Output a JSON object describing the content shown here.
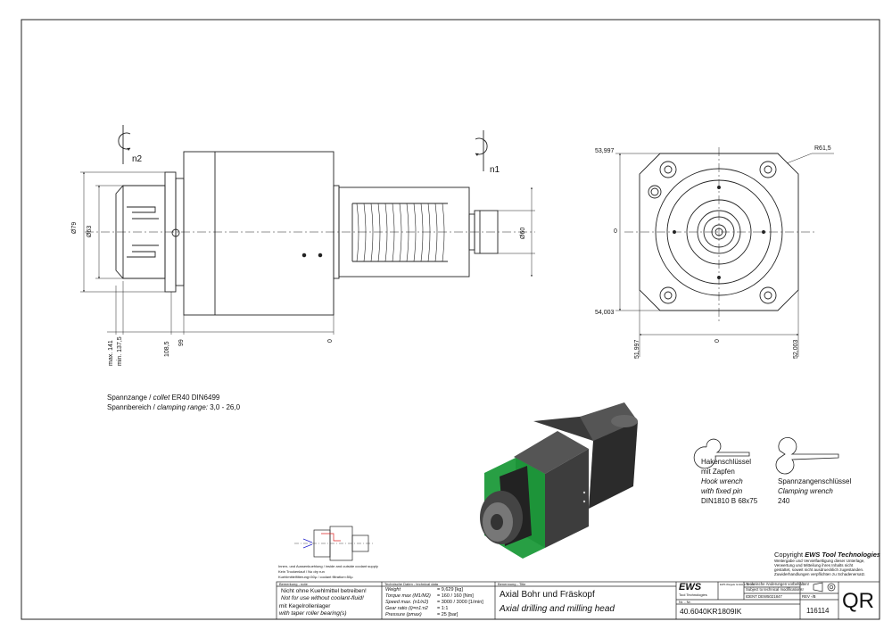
{
  "drawing": {
    "rotation_labels": {
      "left": "n2",
      "right": "n1"
    },
    "dims_side": {
      "dia79": "Ø79",
      "dia63": "Ø63",
      "dia60": "Ø60",
      "max141": "max. 141",
      "min1375": "min. 137,5",
      "d1085": "108,5",
      "d99": "99",
      "d0": "0"
    },
    "dims_front": {
      "top": "53,997",
      "zero_left": "0",
      "bottom": "54,003",
      "left": "51,997",
      "zero_bottom": "0",
      "right": "52,003",
      "radius": "R61,5"
    }
  },
  "collet": {
    "line1_de": "Spannzange /",
    "line1_en": "collet",
    "line1_val": "ER40   DIN6499",
    "line2_de": "Spannbereich /",
    "line2_en": "clamping range:",
    "line2_val": "3,0  -  26,0"
  },
  "wrench_hook": {
    "de1": "Hakenschlüssel",
    "de2": "mit Zapfen",
    "en1": "Hook wrench",
    "en2": "with fixed pin",
    "code": "DIN1810  B  68x75"
  },
  "wrench_clamp": {
    "de": "Spannzangenschlüssel",
    "en": "Clamping wrench",
    "code": "240"
  },
  "coolant": {
    "l1": "Innen- und Aussenkuehlung / inside and outside coolant supply",
    "l2": "Kein Trockenlauf / No dry run",
    "l3": "Kuehlmittelfilterung<50µ / coolant filtration<50µ"
  },
  "copyright": {
    "title": "Copyright",
    "brand": "EWS Tool Technologies",
    "l1": "Weitergabe und Vervielfaeltigung dieser Unterlage,",
    "l2": "Verwertung und Mitteilung ihres Inhalts nicht",
    "l3": "gestattet, soweit nicht ausdruecklich zugestanden.",
    "l4": "Zuwiderhandlungen verpflichten zu Schadenersatz."
  },
  "titleblock": {
    "note_hdr": "Bemerkung - note",
    "note1": "Nicht ohne Kuehlmittel betreiben!",
    "note2": "Not for use without coolant-fluid!",
    "note3": "mit Kegelrollenlager",
    "note4": "with taper roller bearing(s)",
    "tech_hdr": "Technische Daten - technical data",
    "tech_rows": [
      {
        "k": "Weight",
        "v": "=  9,629  [kg]"
      },
      {
        "k": "Torque max  (M1/M2)",
        "v": "=  160  /  160  [Nm]"
      },
      {
        "k": "Speed max.  (n1/n2)",
        "v": "=  3000  /  3000  [1/min]"
      },
      {
        "k": "Gear ratio  (i)=n1:n2",
        "v": "=  1:1"
      },
      {
        "k": "Pressure    (pmax)",
        "v": "=  25  [bar]"
      }
    ],
    "title_hdr": "Benennung - Title",
    "title_de": "Axial Bohr und Fräskopf",
    "title_en": "Axial drilling and milling head",
    "logo": "EWS",
    "logo_sub": "Tool Technologies",
    "company_small": "EWS Weigele GmbH & Co. KG",
    "mod1": "Technische Änderungen vorbehalten!",
    "mod2": "Subject to technical modifications!",
    "ident": "IDENT  DEW5021847",
    "rev": "REV  -/B",
    "nr_hdr": "Nr. - Nr.",
    "part_no": "40.6040KR1809IK",
    "count": "116114",
    "qr": "QR"
  }
}
